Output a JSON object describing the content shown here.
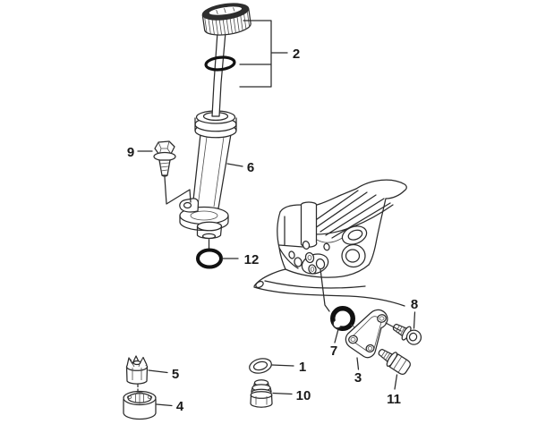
{
  "diagram": {
    "background": "#ffffff",
    "line_color": "#2b2b2b",
    "seal_color": "#111111",
    "label_color": "#1a1a1a",
    "callouts": [
      {
        "label": "1",
        "part": "sealing-washer"
      },
      {
        "label": "2",
        "part": "filler-cap-dipstick-with-o-ring"
      },
      {
        "label": "3",
        "part": "cover-plate"
      },
      {
        "label": "4",
        "part": "cup-bushing"
      },
      {
        "label": "5",
        "part": "star-nut"
      },
      {
        "label": "6",
        "part": "dipstick-tube"
      },
      {
        "label": "7",
        "part": "seal-ring"
      },
      {
        "label": "8",
        "part": "washer-head-screw"
      },
      {
        "label": "9",
        "part": "flange-bolt"
      },
      {
        "label": "10",
        "part": "plug"
      },
      {
        "label": "11",
        "part": "hex-bolt"
      },
      {
        "label": "12",
        "part": "o-ring"
      }
    ]
  }
}
